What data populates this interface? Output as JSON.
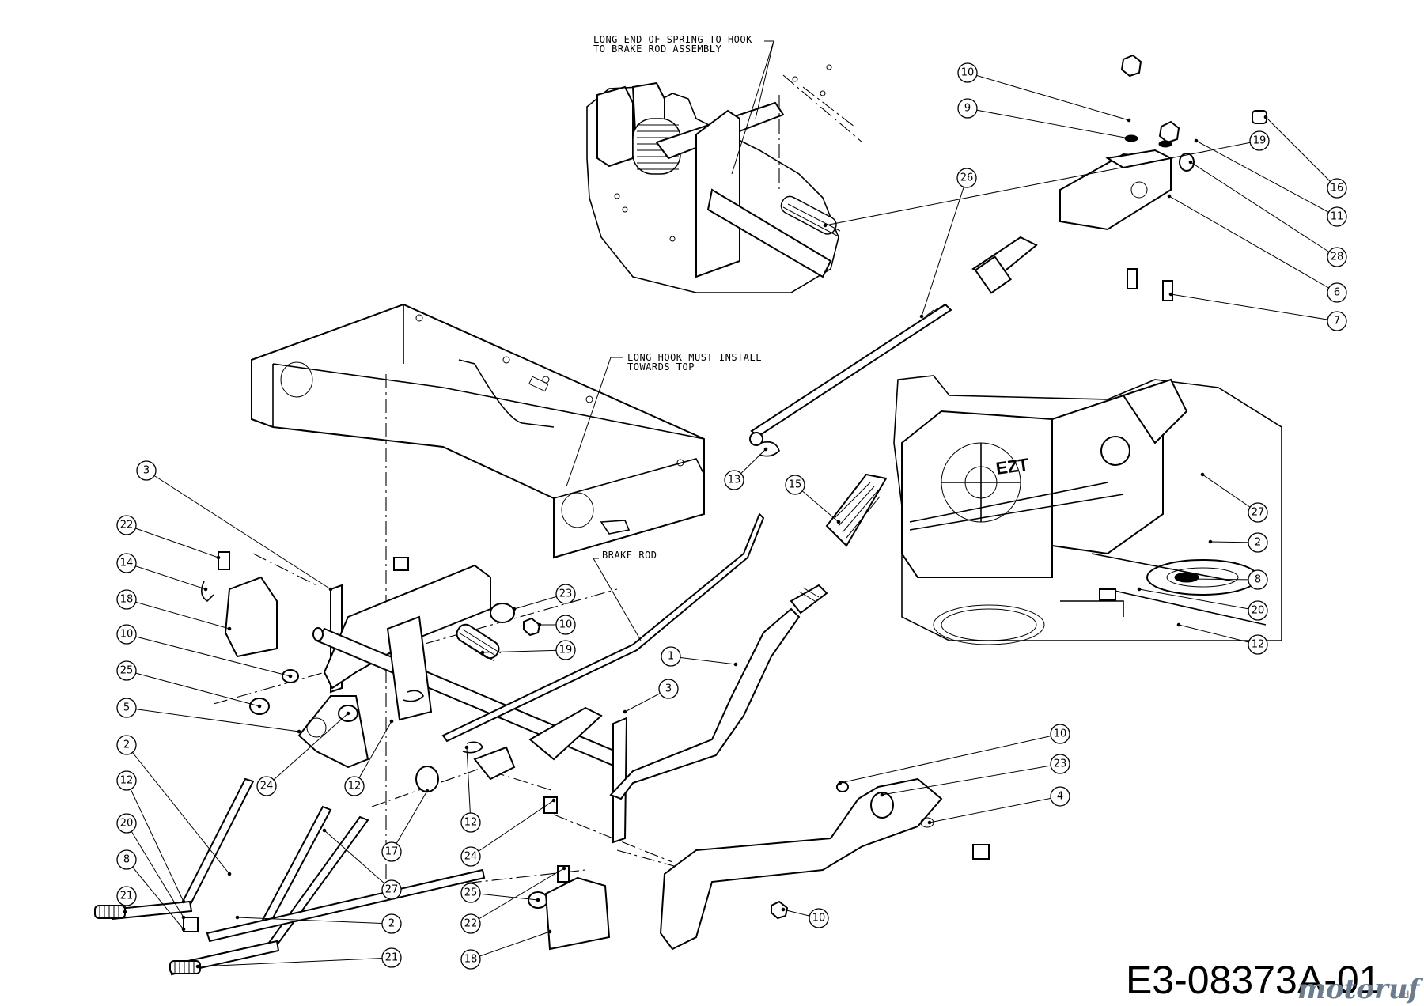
{
  "notes": {
    "spring_line1": "LONG END OF SPRING TO HOOK",
    "spring_line2": "TO BRAKE ROD ASSEMBLY",
    "hook_line1": "LONG HOOK MUST INSTALL",
    "hook_line2": "TOWARDS TOP",
    "brake_rod": "BRAKE ROD"
  },
  "drawing_code": "E3-08373A-01",
  "watermark": {
    "brand": "motoruf",
    "suffix": ".de"
  },
  "callouts": [
    "10",
    "9",
    "19",
    "26",
    "16",
    "11",
    "28",
    "6",
    "7",
    "3",
    "22",
    "14",
    "18",
    "10",
    "25",
    "5",
    "2",
    "12",
    "20",
    "8",
    "21",
    "13",
    "15",
    "23",
    "10",
    "19",
    "1",
    "3",
    "12",
    "24",
    "17",
    "12",
    "27",
    "2",
    "21",
    "24",
    "25",
    "22",
    "18",
    "10",
    "23",
    "4",
    "10",
    "27",
    "2",
    "8",
    "20",
    "12"
  ]
}
